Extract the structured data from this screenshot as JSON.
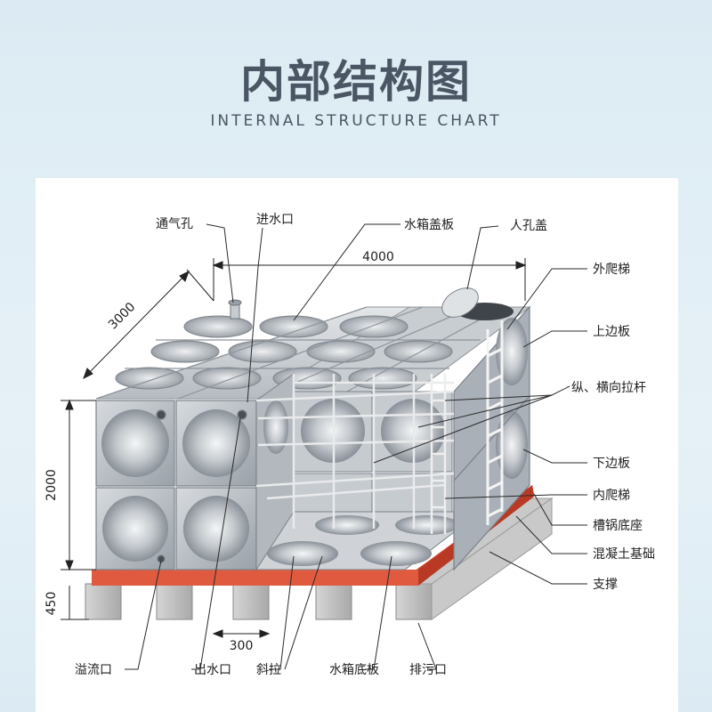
{
  "header": {
    "title": "内部结构图",
    "subtitle": "INTERNAL STRUCTURE CHART"
  },
  "dimensions": {
    "length": "4000",
    "width": "3000",
    "height": "2000",
    "base_height": "450",
    "support_spacing": "300"
  },
  "labels": {
    "vent": "通气孔",
    "inlet": "进水口",
    "cover_plate": "水箱盖板",
    "manhole": "人孔盖",
    "outer_ladder": "外爬梯",
    "upper_edge": "上边板",
    "tie_rods": "纵、横向拉杆",
    "lower_edge": "下边板",
    "inner_ladder": "内爬梯",
    "channel_base": "槽锅底座",
    "concrete": "混凝土基础",
    "support": "支撑",
    "overflow": "溢流口",
    "outlet": "出水口",
    "brace": "斜拉",
    "bottom_plate": "水箱底板",
    "drain": "排污口"
  },
  "colors": {
    "background": "#dcebf3",
    "title": "#4a5663",
    "base_red": "#d9472f",
    "panel_steel": "#b9bec4"
  }
}
